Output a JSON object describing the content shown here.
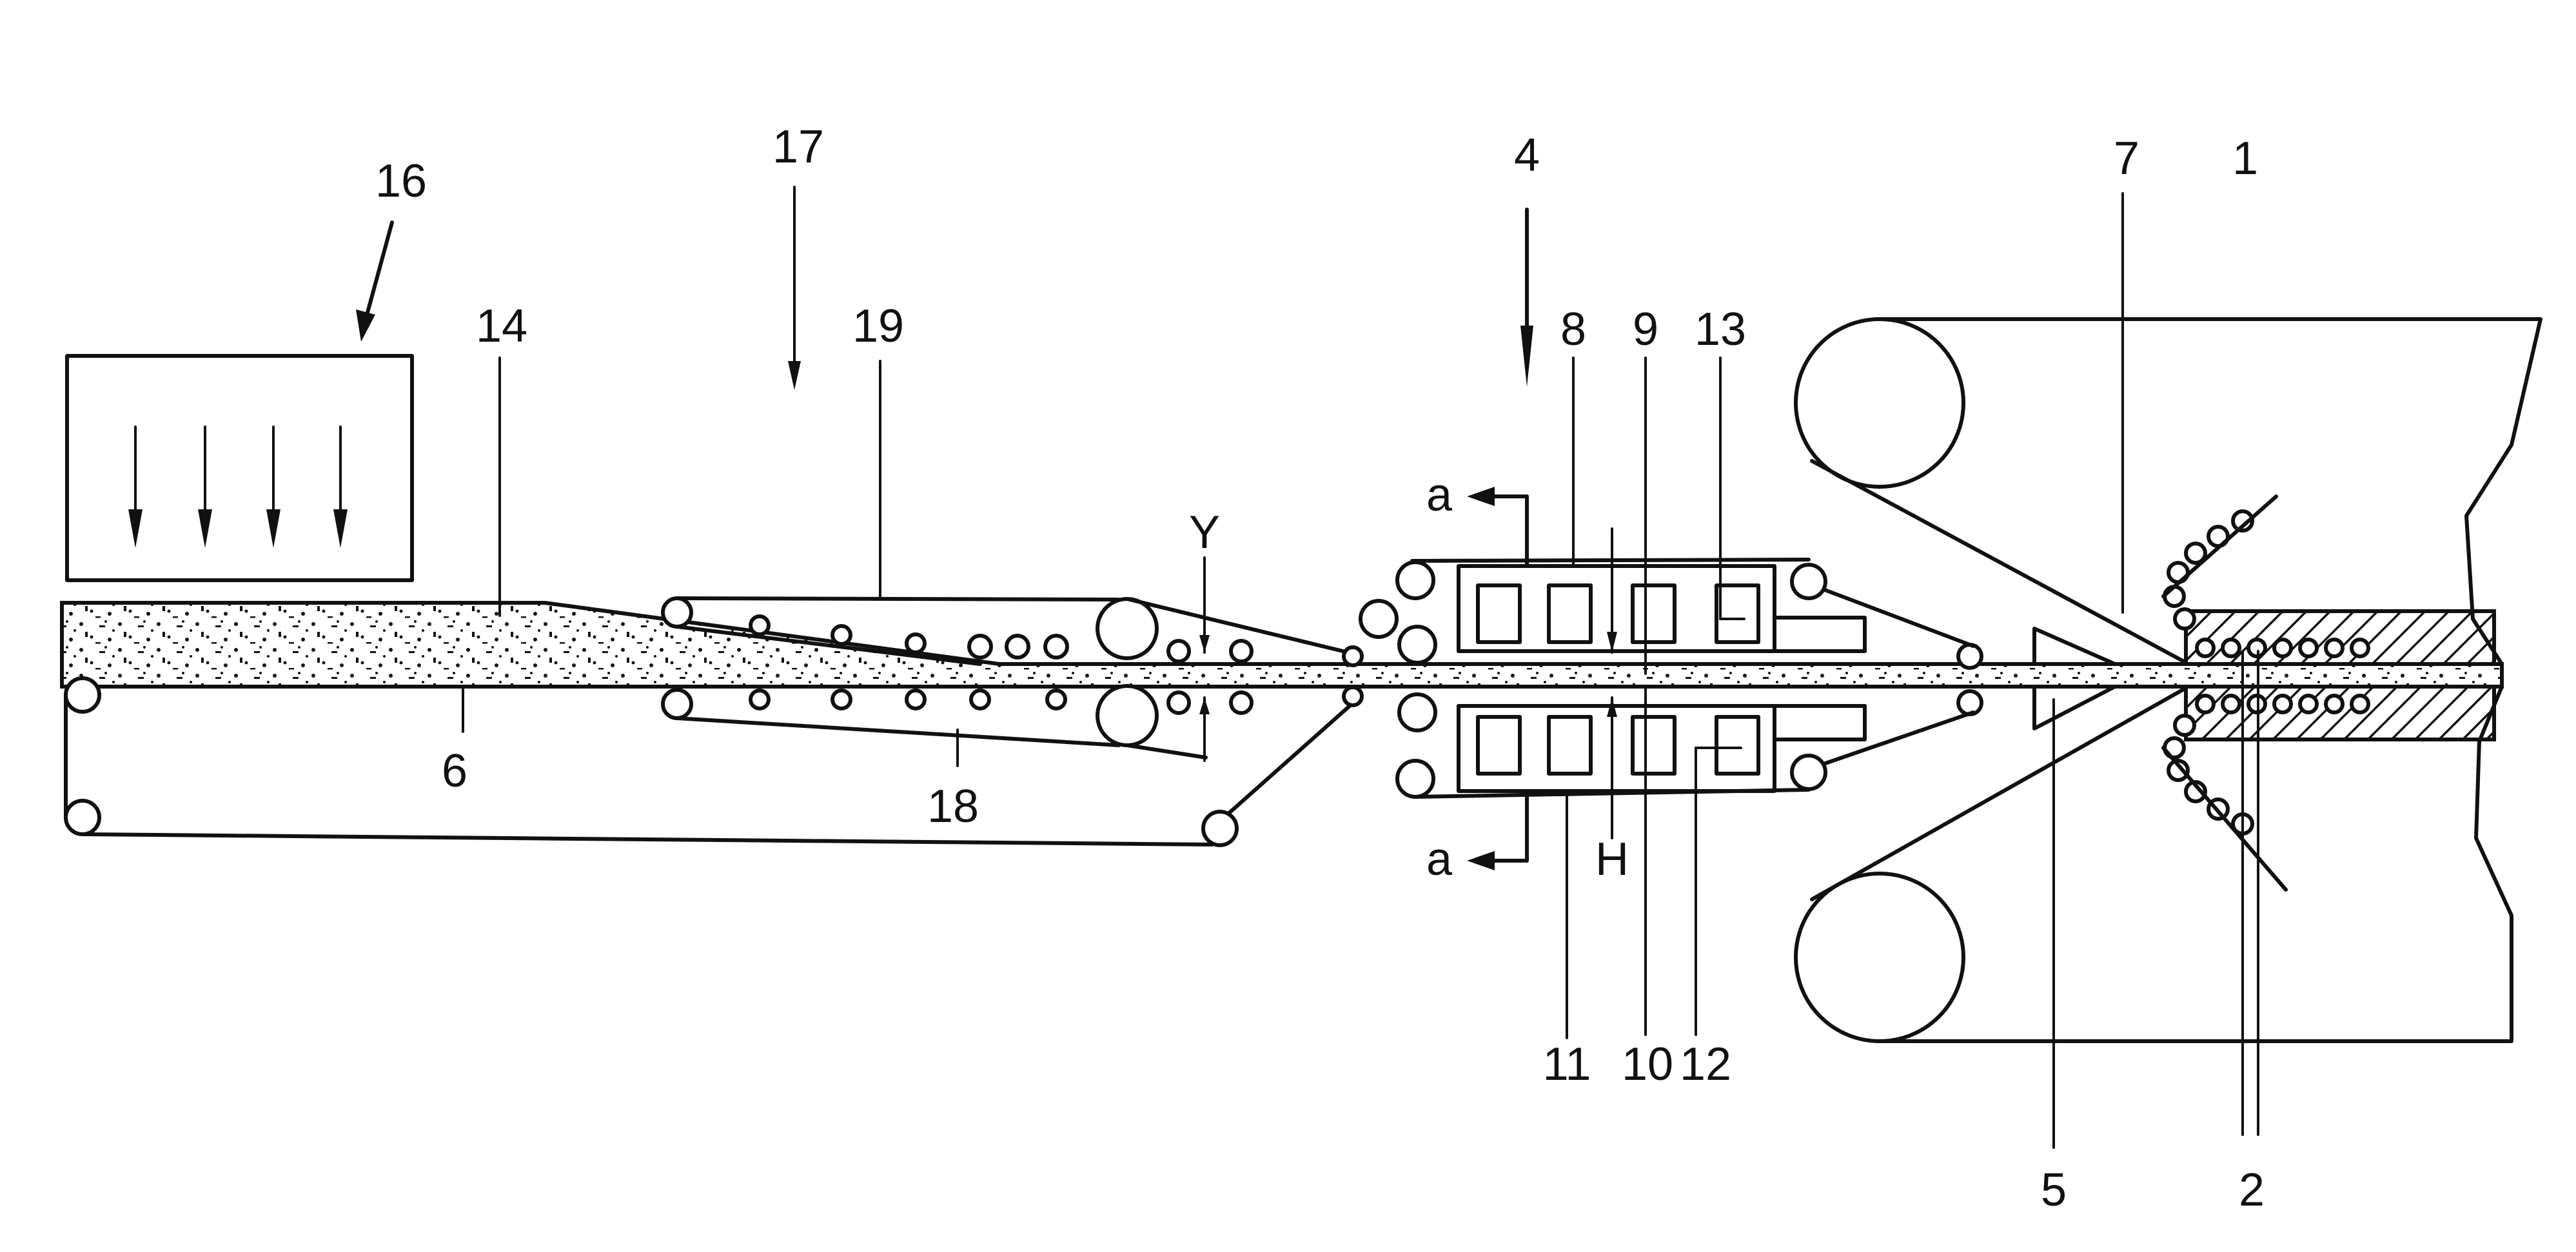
{
  "labels": {
    "l1": "1",
    "l2": "2",
    "l4": "4",
    "l5": "5",
    "l6": "6",
    "l7": "7",
    "l8": "8",
    "l9": "9",
    "l10": "10",
    "l11": "11",
    "l12": "12",
    "l13": "13",
    "l14": "14",
    "l16": "16",
    "l17": "17",
    "l18": "18",
    "l19": "19",
    "Y": "Y",
    "H": "H",
    "a_top": "a",
    "a_bottom": "a"
  },
  "colors": {
    "ink": "#111111",
    "paper": "#ffffff"
  }
}
